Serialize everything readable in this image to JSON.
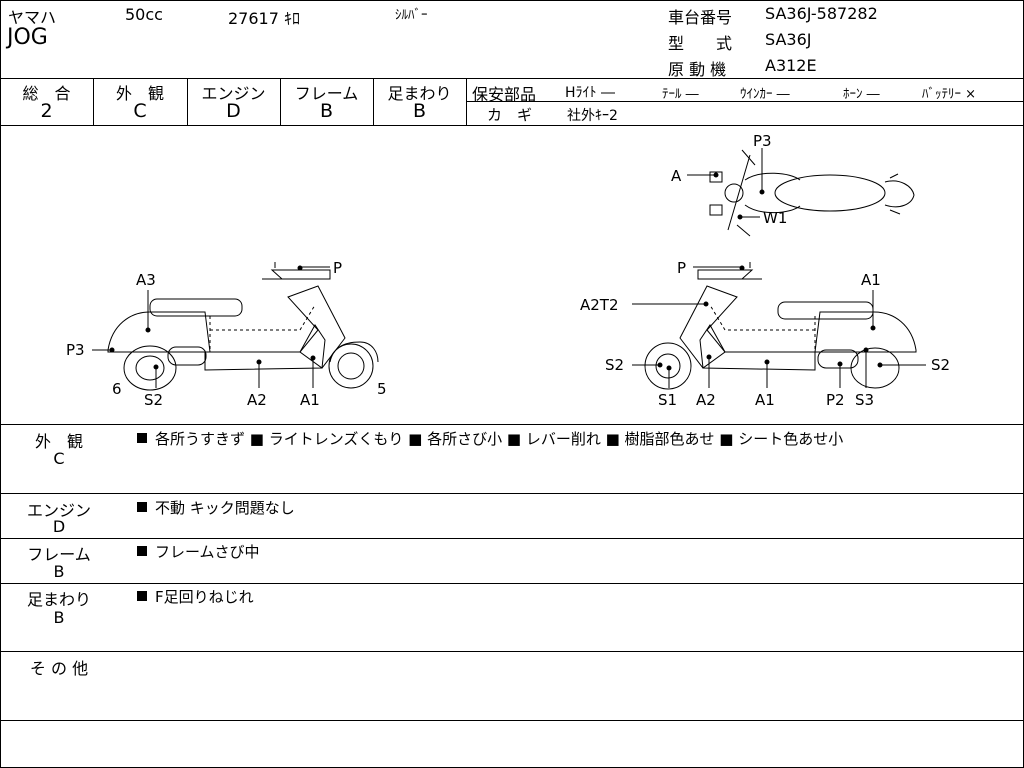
{
  "header": {
    "maker": "ヤマハ",
    "cc": "50cc",
    "mileage": "27617 ｷﾛ",
    "color": "ｼﾙﾊﾞｰ",
    "model": "JOG",
    "frame_no_label": "車台番号",
    "frame_no": "SA36J-587282",
    "type_label": "型　　式",
    "type": "SA36J",
    "engine_label": "原 動 機",
    "engine": "A312E"
  },
  "grades": {
    "overall_label": "総　合",
    "overall": "2",
    "exterior_label": "外　観",
    "exterior": "C",
    "engine_label": "エンジン",
    "engine": "D",
    "frame_label": "フレーム",
    "frame": "B",
    "suspension_label": "足まわり",
    "suspension": "B"
  },
  "safety": {
    "label": "保安部品",
    "items": [
      "Hﾗｲﾄ ―",
      "ﾃｰﾙ ―",
      "ｳｲﾝｶｰ ―",
      "ﾎｰﾝ ―",
      "ﾊﾞｯﾃﾘｰ ×"
    ],
    "key_label": "カ　ギ",
    "key_value": "社外ｷｰ2"
  },
  "diagram": {
    "left_labels": [
      "A3",
      "P",
      "P3",
      "6",
      "S2",
      "A2",
      "A1",
      "5"
    ],
    "right_labels": [
      "P",
      "A2T2",
      "A1",
      "S2",
      "S1",
      "A2",
      "A1",
      "P2",
      "S3",
      "S2"
    ],
    "top_labels": [
      "P3",
      "A",
      "W1"
    ]
  },
  "remarks": [
    {
      "title": "外　観",
      "grade": "C",
      "text": "各所うすきず ■ ライトレンズくもり ■ 各所さび小 ■ レバー削れ ■ 樹脂部色あせ ■ シート色あせ小"
    },
    {
      "title": "エンジン",
      "grade": "D",
      "text": "不動 キック問題なし"
    },
    {
      "title": "フレーム",
      "grade": "B",
      "text": "フレームさび中"
    },
    {
      "title": "足まわり",
      "grade": "B",
      "text": "F足回りねじれ"
    },
    {
      "title": "そ の 他",
      "grade": "",
      "text": ""
    }
  ]
}
